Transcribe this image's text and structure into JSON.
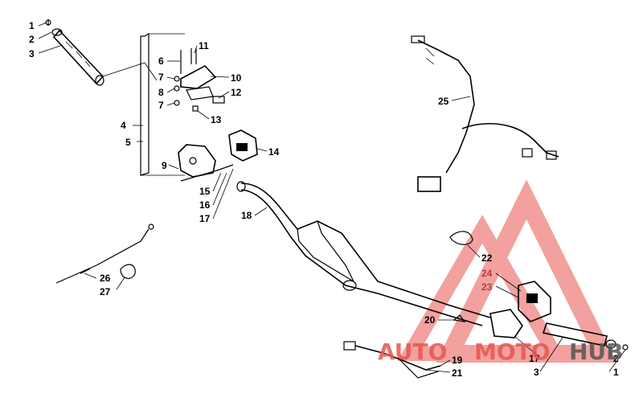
{
  "callouts": [
    {
      "id": "c1a",
      "text": "1"
    },
    {
      "id": "c2a",
      "text": "2"
    },
    {
      "id": "c3a",
      "text": "3"
    },
    {
      "id": "c4",
      "text": "4"
    },
    {
      "id": "c5",
      "text": "5"
    },
    {
      "id": "c6",
      "text": "6"
    },
    {
      "id": "c7a",
      "text": "7"
    },
    {
      "id": "c7b",
      "text": "7"
    },
    {
      "id": "c8",
      "text": "8"
    },
    {
      "id": "c9",
      "text": "9"
    },
    {
      "id": "c10",
      "text": "10"
    },
    {
      "id": "c11",
      "text": "11"
    },
    {
      "id": "c12",
      "text": "12"
    },
    {
      "id": "c13",
      "text": "13"
    },
    {
      "id": "c14",
      "text": "14"
    },
    {
      "id": "c15",
      "text": "15"
    },
    {
      "id": "c16",
      "text": "16"
    },
    {
      "id": "c17a",
      "text": "17"
    },
    {
      "id": "c18",
      "text": "18"
    },
    {
      "id": "c25",
      "text": "25"
    },
    {
      "id": "c22",
      "text": "22"
    },
    {
      "id": "c24",
      "text": "24"
    },
    {
      "id": "c23",
      "text": "23"
    },
    {
      "id": "c20",
      "text": "20"
    },
    {
      "id": "c19",
      "text": "19"
    },
    {
      "id": "c21",
      "text": "21"
    },
    {
      "id": "c17b",
      "text": "17"
    },
    {
      "id": "c3b",
      "text": "3"
    },
    {
      "id": "c2b",
      "text": "2"
    },
    {
      "id": "c1b",
      "text": "1"
    },
    {
      "id": "c26",
      "text": "26"
    },
    {
      "id": "c27",
      "text": "27"
    }
  ],
  "watermark": {
    "part1": "AUTO",
    "part2": "MOTO",
    "part3": "HUB",
    "color_red": "#e8554f",
    "color_dark": "#555555"
  }
}
